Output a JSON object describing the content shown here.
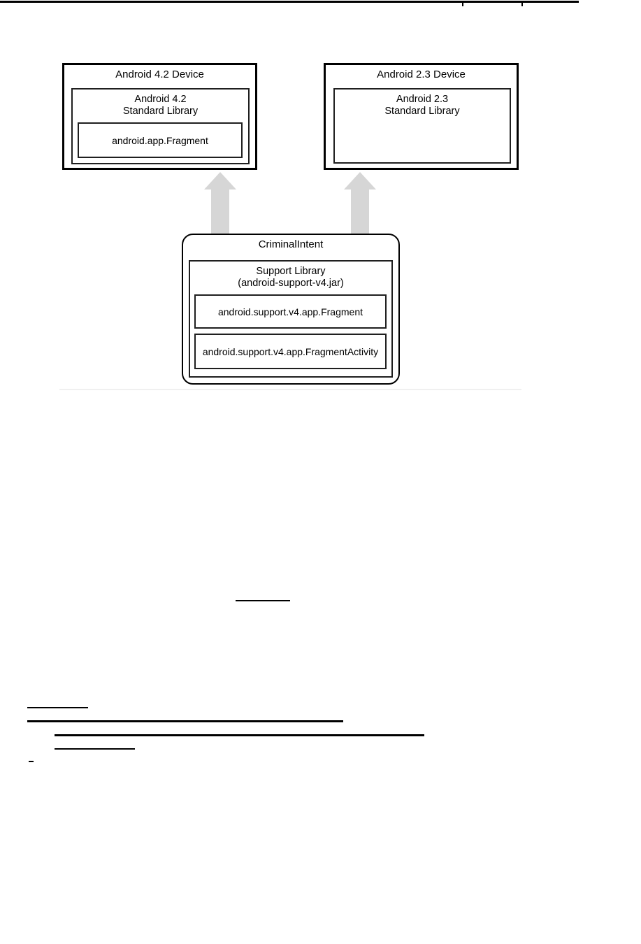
{
  "diagram": {
    "left_device": {
      "title": "Android 4.2 Device",
      "library_line1": "Android 4.2",
      "library_line2": "Standard Library",
      "class1": "android.app.Fragment"
    },
    "right_device": {
      "title": "Android 2.3 Device",
      "library_line1": "Android 2.3",
      "library_line2": "Standard Library"
    },
    "app": {
      "title": "CriminalIntent",
      "library_line1": "Support Library",
      "library_line2": "(android-support-v4.jar)",
      "class1": "android.support.v4.app.Fragment",
      "class2": "android.support.v4.app.FragmentActivity"
    },
    "colors": {
      "arrow": "#d6d6d6",
      "outer_border": "#000000",
      "inner_border": "#1f1f1f",
      "figure_edge": "#f0f0f0"
    }
  }
}
